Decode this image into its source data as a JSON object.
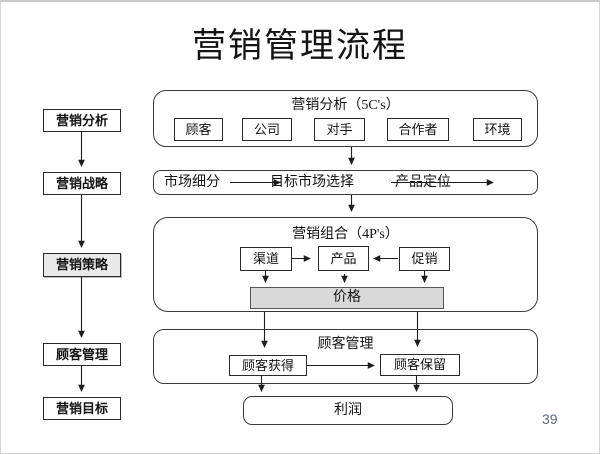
{
  "slide": {
    "title": "营销管理流程",
    "page_number": "39"
  },
  "left_flow": {
    "steps": [
      {
        "label": "营销分析"
      },
      {
        "label": "营销战略"
      },
      {
        "label": "营销策略",
        "highlighted": true
      },
      {
        "label": "顾客管理"
      },
      {
        "label": "营销目标"
      }
    ]
  },
  "analysis": {
    "title": "营销分析（5C's）",
    "boxes": [
      "顾客",
      "公司",
      "对手",
      "合作者",
      "环境"
    ]
  },
  "stp": {
    "labels": [
      "市场细分",
      "目标市场选择",
      "产品定位"
    ]
  },
  "mix": {
    "title": "营销组合（4P's）",
    "boxes": [
      "渠道",
      "产品",
      "促销"
    ],
    "price": "价格"
  },
  "customer": {
    "title": "顾客管理",
    "boxes": [
      "顾客获得",
      "顾客保留"
    ]
  },
  "profit": "利润",
  "colors": {
    "line": "#1c1c1c",
    "price_bar_fill": "#d9d9d9",
    "highlight_fill": "#e9e9e9",
    "page_number": "#5f6b7a"
  }
}
